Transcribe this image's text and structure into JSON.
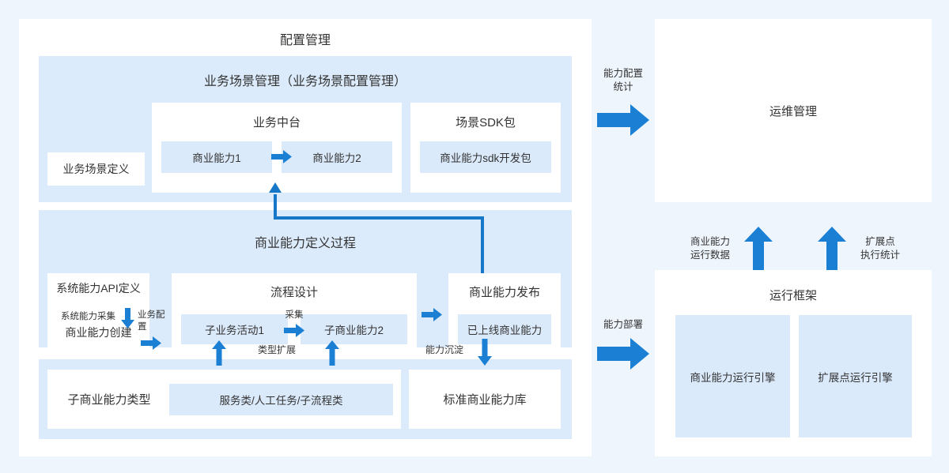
{
  "diagram": {
    "title": "配置管理",
    "colors": {
      "page_background": "#eff5fd",
      "card_background": "#ffffff",
      "panel_background": "#dcebfb",
      "inner_box_background": "#dbeafb",
      "arrow_blue": "#1b7fd4",
      "connector_blue": "#1677c9",
      "text": "#333333"
    }
  },
  "left_card": {
    "title": "配置管理",
    "scene_panel": {
      "title": "业务场景管理（业务场景配置管理）",
      "scene_definition": "业务场景定义",
      "business_midend": {
        "title": "业务中台",
        "items": [
          "商业能力1",
          "商业能力2"
        ]
      },
      "scene_sdk": {
        "title": "场景SDK包",
        "items": [
          "商业能力sdk开发包"
        ]
      }
    },
    "capability_panel": {
      "title": "商业能力定义过程",
      "api_box": {
        "top_label": "系统能力API定义",
        "bottom_label": "商业能力创建",
        "collect_label": "系统能力采集",
        "config_label": "业务配置"
      },
      "process_design": {
        "title": "流程设计",
        "items": [
          "子业务活动1",
          "子商业能力2"
        ],
        "mid_arrow_label": "采集"
      },
      "capability_release": {
        "title": "商业能力发布",
        "items": [
          "已上线商业能力"
        ]
      }
    },
    "library_panel": {
      "sub_type_box": {
        "title": "子商业能力类型",
        "items": [
          "服务类/人工任务/子流程类"
        ]
      },
      "standard_library": "标准商业能力库"
    },
    "connector_labels": {
      "type_extension": "类型扩展",
      "capability_precipitation": "能力沉淀"
    }
  },
  "right_card": {
    "ops_management": "运维管理",
    "runtime_framework": {
      "title": "运行框架",
      "engines": [
        "商业能力运行引擎",
        "扩展点运行引擎"
      ]
    },
    "arrows": {
      "capability_config_stats": "能力配置\n统计",
      "capability_config_stats_line1": "能力配置",
      "capability_config_stats_line2": "统计",
      "capability_deploy": "能力部署",
      "capability_runtime_data_line1": "商业能力",
      "capability_runtime_data_line2": "运行数据",
      "extension_exec_stats_line1": "扩展点",
      "extension_exec_stats_line2": "执行统计"
    }
  }
}
